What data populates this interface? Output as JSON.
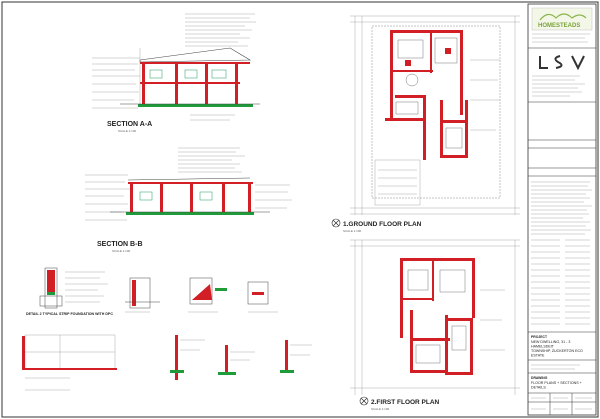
{
  "drawings": {
    "section_aa": {
      "title": "SECTION A-A",
      "scale": "SCALE 1:100"
    },
    "section_bb": {
      "title": "SECTION B-B",
      "scale": "SCALE 1:100"
    },
    "ground_floor": {
      "title": "1.GROUND FLOOR PLAN",
      "scale": "SCALE 1:100"
    },
    "first_floor": {
      "title": "2.FIRST FLOOR PLAN",
      "scale": "SCALE 1:100"
    },
    "detail_foundation": {
      "title": "DETAIL 2 TYPICAL STRIP FOUNDATION WITH DPC"
    }
  },
  "title_block": {
    "logo_text": "HOMESTEADS",
    "project_label": "PROJECT",
    "project_lines": [
      "NEW DWELLING, 31 - 3",
      "HAMELSDEIT",
      "TOWNSHIP, ZUCKERTON ECO",
      "ESTATE"
    ],
    "drawing_label": "DRAWING",
    "drawing_lines": [
      "FLOOR PLANS + SECTIONS +",
      "DETAILS"
    ]
  }
}
